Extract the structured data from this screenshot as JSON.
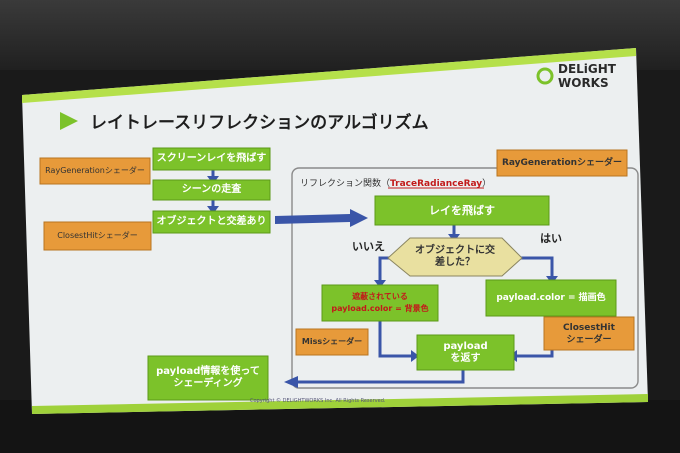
{
  "slide": {
    "title": "レイトレースリフレクションのアルゴリズム",
    "logo": {
      "line1": "DELiGHT",
      "line2": "WORKS"
    },
    "footer": "Copyright © DELiGHTWORKS Inc. All Rights Reserved."
  },
  "left_flow": {
    "step1": "スクリーンレイを飛ばす",
    "step2": "シーンの走査",
    "step3": "オブジェクトと交差あり",
    "step4_line1": "payload情報を使って",
    "step4_line2": "シェーディング",
    "shader_raygen": "RayGenerationシェーダー",
    "shader_closest": "ClosestHitシェーダー"
  },
  "right_panel": {
    "caption_prefix": "リフレクション関数（",
    "caption_func": "TraceRadianceRay",
    "caption_suffix": "）",
    "shader_raygen": "RayGenerationシェーダー",
    "cast_ray": "レイを飛ばす",
    "decision_line1": "オブジェクトに交",
    "decision_line2": "差した？",
    "no_label": "いいえ",
    "yes_label": "はい",
    "miss_line1": "遮蔽されている",
    "miss_line2": "payload.color = 背景色",
    "hit_text": "payload.color = 描画色",
    "miss_shader": "Missシェーダー",
    "closest_line1": "ClosestHit",
    "closest_line2": "シェーダー",
    "return_line1": "payload",
    "return_line2": "を返す"
  },
  "colors": {
    "green_box": "#7cc22a",
    "orange_box": "#e79a3a",
    "blue_arrow": "#3a55a8",
    "decision": "#e9e0a0",
    "slide_bg": "#eceff0",
    "accent_bar": "#b5e04a"
  }
}
